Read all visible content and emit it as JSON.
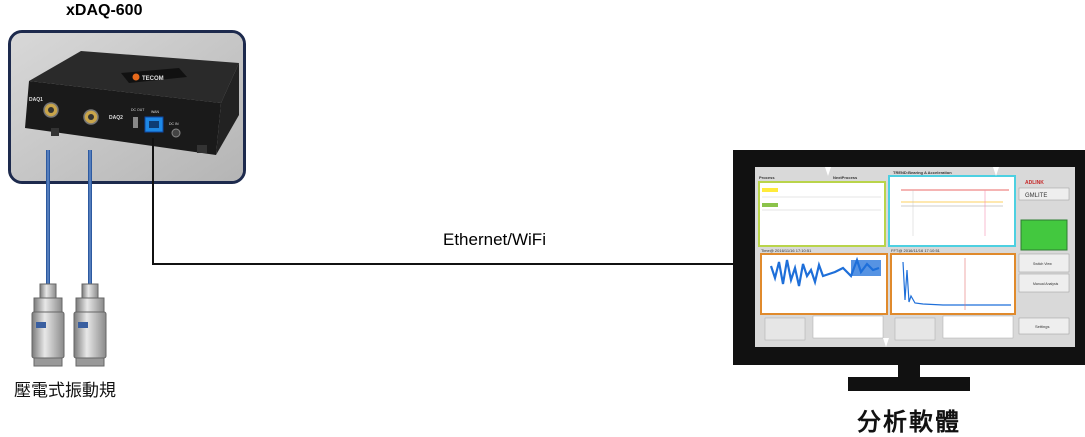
{
  "device": {
    "title": "xDAQ-600",
    "brand": "TECOM",
    "ports": [
      "DAQ1",
      "DAQ2",
      "DC OUT",
      "WAN",
      "DC IN"
    ]
  },
  "link": {
    "label": "Ethernet/WiFi"
  },
  "sensors": {
    "label": "壓電式振動規"
  },
  "software": {
    "label": "分析軟體",
    "vendor": "ADLINK",
    "product": "GMLITE",
    "panel_titles": [
      "Process",
      "NextProcess",
      "TREND:Bearing A Acceleration"
    ],
    "plot_titles": [
      "Time@ 2016/11/16 17:10:51",
      "FFT@ 2016/11/16 17:10:51"
    ],
    "buttons": [
      "Switch View",
      "Manual Analysis",
      "Settings"
    ]
  },
  "colors": {
    "device_border": "#1d2a4d",
    "cable_blue": "#2d5aa0",
    "line": "#111111"
  }
}
